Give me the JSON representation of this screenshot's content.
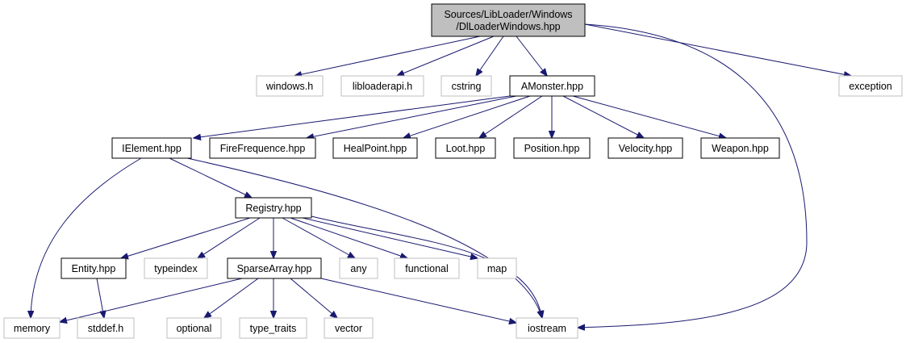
{
  "colors": {
    "edge": "#191970",
    "root_fill": "#bfbfbf",
    "documented_border": "#000000",
    "undocumented_border": "#bfbfbf",
    "background": "#ffffff"
  },
  "nodes": [
    {
      "id": "root",
      "lines": [
        "Sources/LibLoader/Windows",
        "/DlLoaderWindows.hpp"
      ],
      "kind": "root"
    },
    {
      "id": "windows_h",
      "lines": [
        "windows.h"
      ],
      "kind": "system"
    },
    {
      "id": "libloaderapi_h",
      "lines": [
        "libloaderapi.h"
      ],
      "kind": "system"
    },
    {
      "id": "cstring",
      "lines": [
        "cstring"
      ],
      "kind": "system"
    },
    {
      "id": "amonster",
      "lines": [
        "AMonster.hpp"
      ],
      "kind": "file"
    },
    {
      "id": "exception",
      "lines": [
        "exception"
      ],
      "kind": "system"
    },
    {
      "id": "ielement",
      "lines": [
        "IElement.hpp"
      ],
      "kind": "file"
    },
    {
      "id": "firefrequence",
      "lines": [
        "FireFrequence.hpp"
      ],
      "kind": "file"
    },
    {
      "id": "healpoint",
      "lines": [
        "HealPoint.hpp"
      ],
      "kind": "file"
    },
    {
      "id": "loot",
      "lines": [
        "Loot.hpp"
      ],
      "kind": "file"
    },
    {
      "id": "position",
      "lines": [
        "Position.hpp"
      ],
      "kind": "file"
    },
    {
      "id": "velocity",
      "lines": [
        "Velocity.hpp"
      ],
      "kind": "file"
    },
    {
      "id": "weapon",
      "lines": [
        "Weapon.hpp"
      ],
      "kind": "file"
    },
    {
      "id": "registry",
      "lines": [
        "Registry.hpp"
      ],
      "kind": "file"
    },
    {
      "id": "entity",
      "lines": [
        "Entity.hpp"
      ],
      "kind": "file"
    },
    {
      "id": "typeindex",
      "lines": [
        "typeindex"
      ],
      "kind": "system"
    },
    {
      "id": "sparsearray",
      "lines": [
        "SparseArray.hpp"
      ],
      "kind": "file"
    },
    {
      "id": "any",
      "lines": [
        "any"
      ],
      "kind": "system"
    },
    {
      "id": "functional",
      "lines": [
        "functional"
      ],
      "kind": "system"
    },
    {
      "id": "map",
      "lines": [
        "map"
      ],
      "kind": "system"
    },
    {
      "id": "memory",
      "lines": [
        "memory"
      ],
      "kind": "system"
    },
    {
      "id": "stddef_h",
      "lines": [
        "stddef.h"
      ],
      "kind": "system"
    },
    {
      "id": "optional",
      "lines": [
        "optional"
      ],
      "kind": "system"
    },
    {
      "id": "type_traits",
      "lines": [
        "type_traits"
      ],
      "kind": "system"
    },
    {
      "id": "vector",
      "lines": [
        "vector"
      ],
      "kind": "system"
    },
    {
      "id": "iostream",
      "lines": [
        "iostream"
      ],
      "kind": "system"
    }
  ],
  "edges": [
    {
      "from": "root",
      "to": "windows_h"
    },
    {
      "from": "root",
      "to": "libloaderapi_h"
    },
    {
      "from": "root",
      "to": "cstring"
    },
    {
      "from": "root",
      "to": "amonster"
    },
    {
      "from": "root",
      "to": "exception"
    },
    {
      "from": "root",
      "to": "iostream"
    },
    {
      "from": "amonster",
      "to": "ielement"
    },
    {
      "from": "amonster",
      "to": "firefrequence"
    },
    {
      "from": "amonster",
      "to": "healpoint"
    },
    {
      "from": "amonster",
      "to": "loot"
    },
    {
      "from": "amonster",
      "to": "position"
    },
    {
      "from": "amonster",
      "to": "velocity"
    },
    {
      "from": "amonster",
      "to": "weapon"
    },
    {
      "from": "ielement",
      "to": "memory"
    },
    {
      "from": "ielement",
      "to": "registry"
    },
    {
      "from": "ielement",
      "to": "iostream"
    },
    {
      "from": "registry",
      "to": "entity"
    },
    {
      "from": "registry",
      "to": "typeindex"
    },
    {
      "from": "registry",
      "to": "sparsearray"
    },
    {
      "from": "registry",
      "to": "any"
    },
    {
      "from": "registry",
      "to": "functional"
    },
    {
      "from": "registry",
      "to": "map"
    },
    {
      "from": "registry",
      "to": "iostream"
    },
    {
      "from": "entity",
      "to": "stddef_h"
    },
    {
      "from": "sparsearray",
      "to": "memory"
    },
    {
      "from": "sparsearray",
      "to": "optional"
    },
    {
      "from": "sparsearray",
      "to": "type_traits"
    },
    {
      "from": "sparsearray",
      "to": "vector"
    },
    {
      "from": "sparsearray",
      "to": "iostream"
    }
  ]
}
